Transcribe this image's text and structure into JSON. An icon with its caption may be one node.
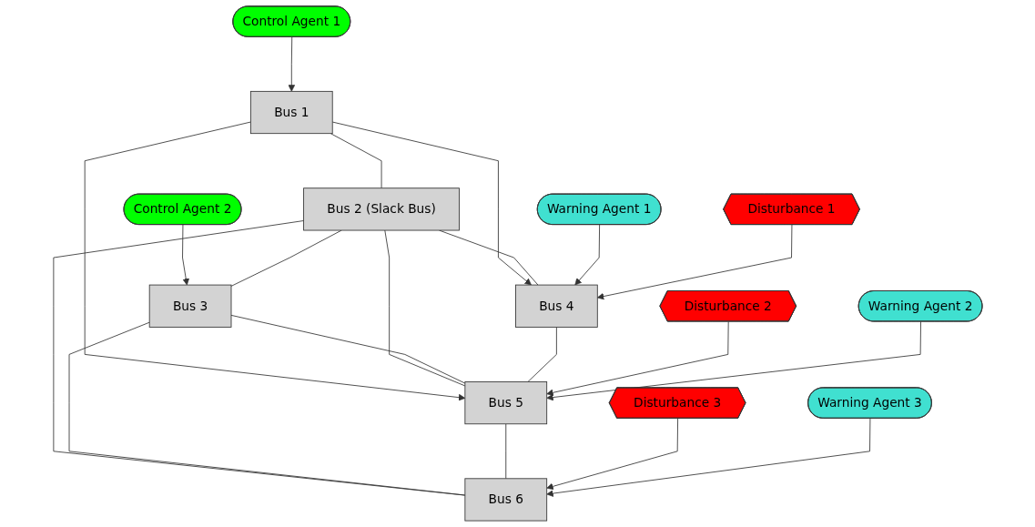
{
  "diagram": {
    "nodes": [
      {
        "text": [
          "Control Agent 1"
        ]
      },
      {
        "text": [
          "Bus 1"
        ]
      },
      {
        "text": [
          "Control Agent 2"
        ]
      },
      {
        "text": [
          "Bus 2 (Slack Bus)"
        ]
      },
      {
        "text": [
          "Warning Agent 1"
        ]
      },
      {
        "text": [
          "Disturbance 1"
        ]
      },
      {
        "text": [
          "Bus 3"
        ]
      },
      {
        "text": [
          "Bus 4"
        ]
      },
      {
        "text": [
          "Disturbance 2"
        ]
      },
      {
        "text": [
          "Warning Agent 2"
        ]
      },
      {
        "text": [
          "Bus 5"
        ]
      },
      {
        "text": [
          "Disturbance 3"
        ]
      },
      {
        "text": [
          "Warning Agent 3"
        ]
      },
      {
        "text": [
          "Bus 6"
        ]
      }
    ],
    "edges": [
      {
        "from": 0,
        "to": 1,
        "arrow": "to"
      },
      {
        "from": 1,
        "to": 3,
        "arrow": "none"
      },
      {
        "from": 1,
        "to": 7,
        "arrow": "to"
      },
      {
        "from": 1,
        "to": 10,
        "arrow": "to"
      },
      {
        "from": 2,
        "to": 6,
        "arrow": "to"
      },
      {
        "from": 3,
        "to": 6,
        "arrow": "none"
      },
      {
        "from": 3,
        "to": 7,
        "arrow": "none"
      },
      {
        "from": 3,
        "to": 10,
        "arrow": "none"
      },
      {
        "from": 3,
        "to": 13,
        "arrow": "none"
      },
      {
        "from": 4,
        "to": 7,
        "arrow": "to"
      },
      {
        "from": 5,
        "to": 7,
        "arrow": "to"
      },
      {
        "from": 6,
        "to": 10,
        "arrow": "none"
      },
      {
        "from": 6,
        "to": 13,
        "arrow": "none"
      },
      {
        "from": 7,
        "to": 10,
        "arrow": "none"
      },
      {
        "from": 8,
        "to": 10,
        "arrow": "to"
      },
      {
        "from": 9,
        "to": 10,
        "arrow": "to"
      },
      {
        "from": 10,
        "to": 13,
        "arrow": "none"
      },
      {
        "from": 11,
        "to": 13,
        "arrow": "to"
      },
      {
        "from": 12,
        "to": 13,
        "arrow": "to"
      }
    ]
  }
}
